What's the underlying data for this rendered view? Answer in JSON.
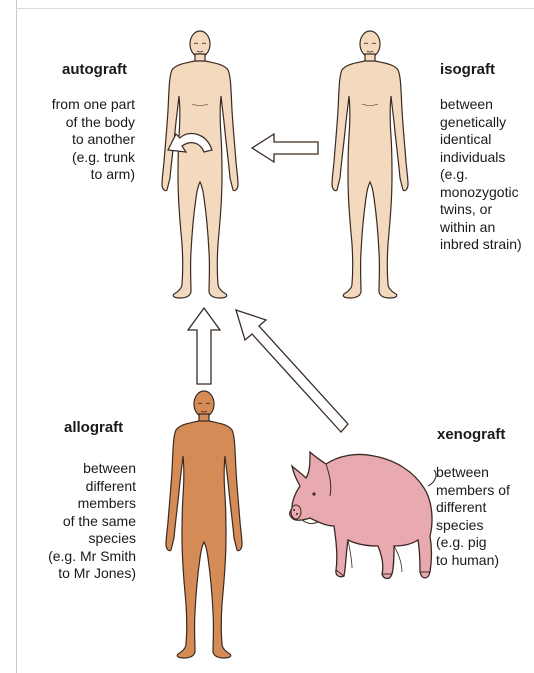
{
  "autograft": {
    "title": "autograft",
    "description": "from one part\nof the body\nto another\n(e.g. trunk\nto arm)"
  },
  "isograft": {
    "title": "isograft",
    "description": "between\ngenetically\nidentical\nindividuals\n(e.g.\nmonozygotic\ntwins, or\nwithin an\ninbred strain)"
  },
  "allograft": {
    "title": "allograft",
    "description": "between\ndifferent\nmembers\nof the same\nspecies\n(e.g. Mr Smith\nto Mr Jones)"
  },
  "xenograft": {
    "title": "xenograft",
    "description": "between\nmembers of\ndifferent\nspecies\n(e.g. pig\nto human)"
  },
  "colors": {
    "light_skin": "#f3d9bd",
    "dark_skin": "#d58b56",
    "pig": "#e8a9b0",
    "outline": "#3a2a22"
  }
}
